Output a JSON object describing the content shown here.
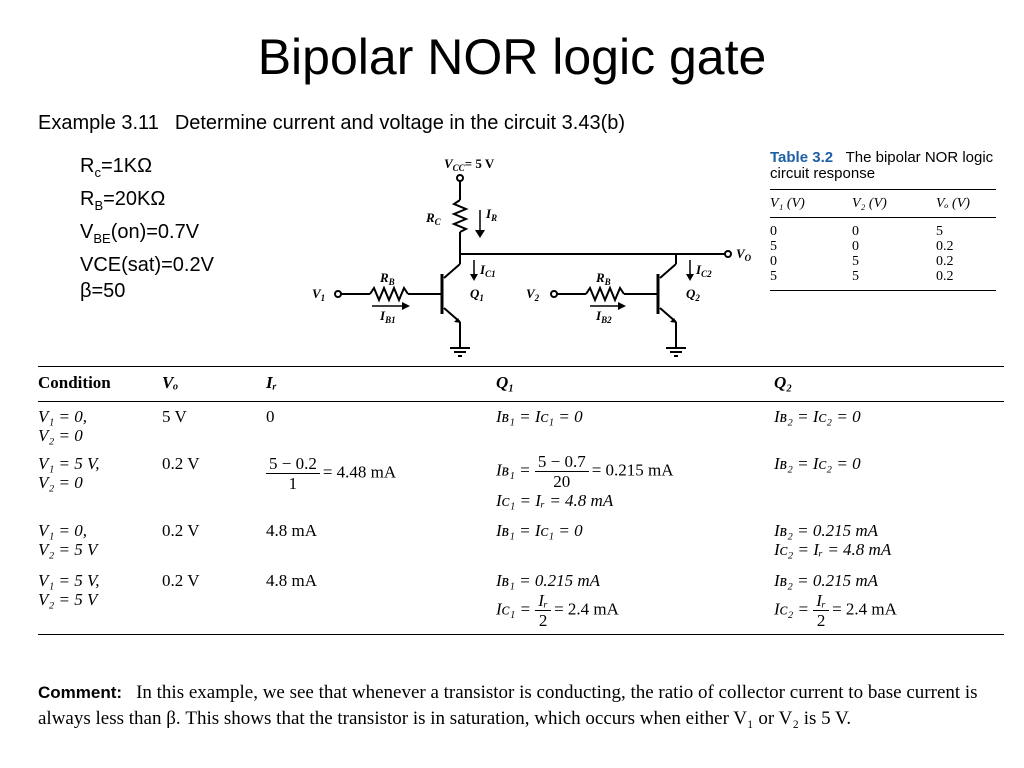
{
  "title": "Bipolar  NOR logic gate",
  "example": {
    "label": "Example 3.11",
    "task": "Determine current and voltage in the circuit 3.43(b)"
  },
  "params": {
    "rc": "=1KΩ",
    "rb": "=20KΩ",
    "vbe": "(on)=0.7V",
    "vce": "VCE(sat)=0.2V",
    "beta": "β=50"
  },
  "circuit": {
    "vcc": "V",
    "vcc_sub": "CC",
    "vcc_val": "= 5 V",
    "rc": "R",
    "rc_sub": "C",
    "ir": "I",
    "ir_sub": "R",
    "vo": "V",
    "vo_sub": "O",
    "v1": "V",
    "v1_sub": "1",
    "v2": "V",
    "v2_sub": "2",
    "rb1": "R",
    "rb1_sub": "B",
    "rb2": "R",
    "rb2_sub": "B",
    "ib1": "I",
    "ib1_sub": "B1",
    "ib2": "I",
    "ib2_sub": "B2",
    "ic1": "I",
    "ic1_sub": "C1",
    "ic2": "I",
    "ic2_sub": "C2",
    "q1": "Q",
    "q1_sub": "1",
    "q2": "Q",
    "q2_sub": "2"
  },
  "table32": {
    "label": "Table 3.2",
    "caption": "The bipolar NOR logic circuit response",
    "headers": [
      "V₁ (V)",
      "V₂ (V)",
      "Vₒ (V)"
    ],
    "rows": [
      [
        "0",
        "0",
        "5"
      ],
      [
        "5",
        "0",
        "0.2"
      ],
      [
        "0",
        "5",
        "0.2"
      ],
      [
        "5",
        "5",
        "0.2"
      ]
    ]
  },
  "main_table": {
    "headers": {
      "condition": "Condition",
      "vo": "Vₒ",
      "ir": "Iᵣ",
      "q1": "Q₁",
      "q2": "Q₂"
    },
    "rows": [
      {
        "cond": [
          "V₁ = 0,",
          "V₂ = 0"
        ],
        "vo": "5 V",
        "ir": "0",
        "q1": "Iʙ₁ = Iᴄ₁ = 0",
        "q2": "Iʙ₂ = Iᴄ₂ = 0"
      },
      {
        "cond": [
          "V₁ = 5 V,",
          "V₂ = 0"
        ],
        "vo": "0.2 V",
        "ir_num": "5 − 0.2",
        "ir_den": "1",
        "ir_result": "= 4.48 mA",
        "q1_pre": "Iʙ₁ =",
        "q1_num": "5 − 0.7",
        "q1_den": "20",
        "q1_result": "= 0.215 mA",
        "q1_line2": "Iᴄ₁ = Iᵣ = 4.8 mA",
        "q2": "Iʙ₂ = Iᴄ₂ = 0"
      },
      {
        "cond": [
          "V₁ = 0,",
          "V₂ = 5 V"
        ],
        "vo": "0.2 V",
        "ir": "4.8 mA",
        "q1": "Iʙ₁ = Iᴄ₁ = 0",
        "q2_line1": "Iʙ₂ = 0.215 mA",
        "q2_line2": "Iᴄ₂ = Iᵣ = 4.8 mA"
      },
      {
        "cond": [
          "V₁ = 5 V,",
          "V₂ = 5 V"
        ],
        "vo": "0.2 V",
        "ir": "4.8 mA",
        "q1_line1": "Iʙ₁ = 0.215 mA",
        "q1_pre": "Iᴄ₁ =",
        "q1_num": "Iᵣ",
        "q1_den": "2",
        "q1_result": "= 2.4 mA",
        "q2_line1": "Iʙ₂ = 0.215 mA",
        "q2_pre": "Iᴄ₂ =",
        "q2_num": "Iᵣ",
        "q2_den": "2",
        "q2_result": "= 2.4 mA"
      }
    ]
  },
  "comment": {
    "label": "Comment:",
    "text": "In this example, we see that whenever a transistor is conducting, the ratio of collector current to base current is always less than β. This shows that the transistor is in saturation, which occurs when either V₁ or V₂ is 5 V."
  }
}
